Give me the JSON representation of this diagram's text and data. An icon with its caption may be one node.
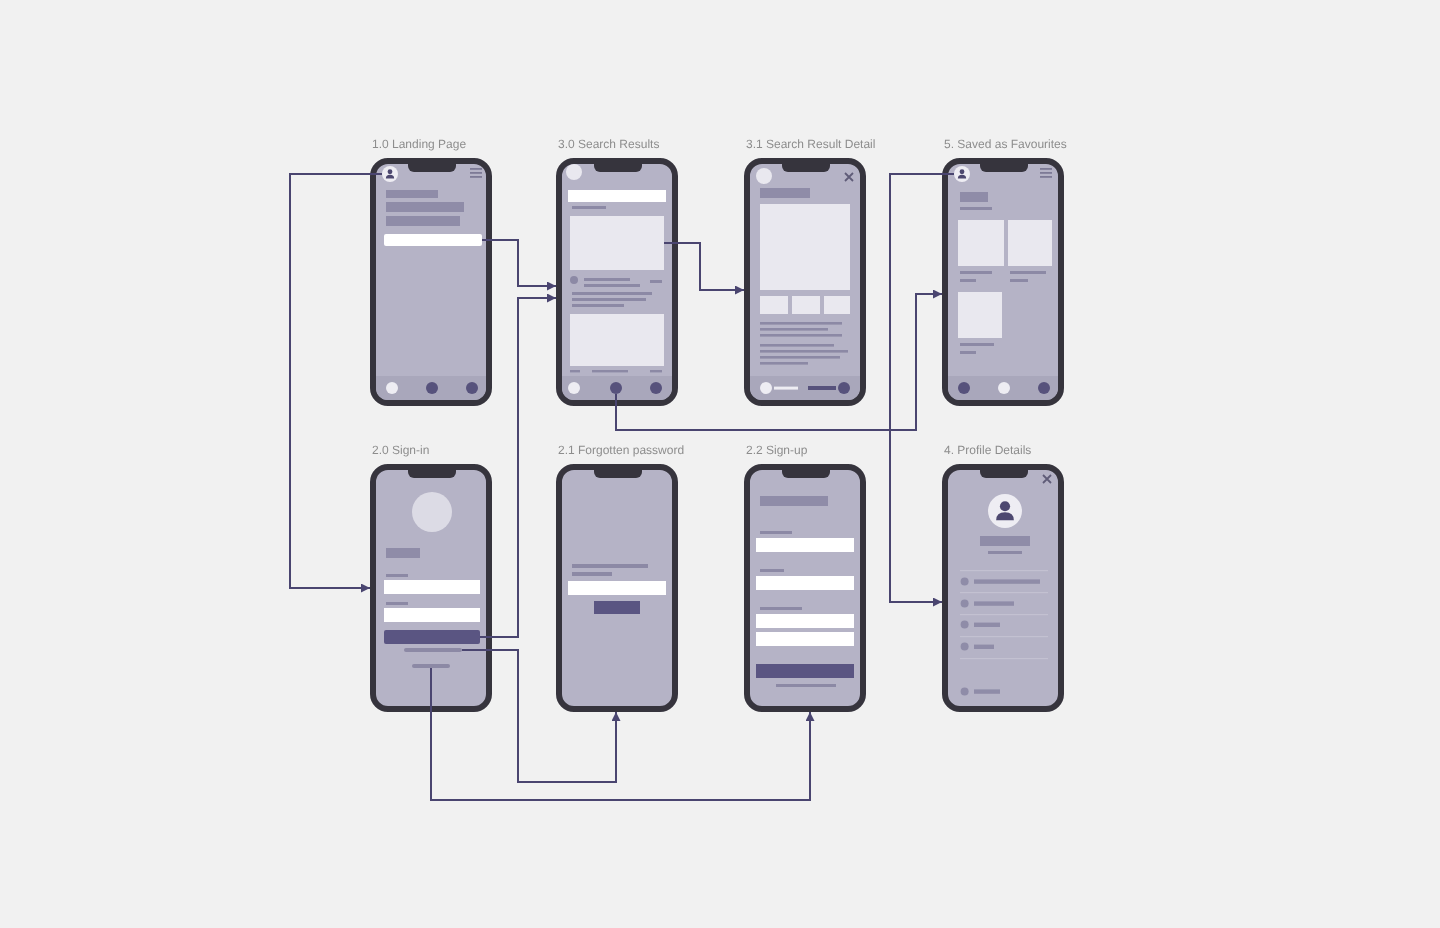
{
  "diagram": {
    "nodes": [
      {
        "text": [
          "1.0 Landing Page"
        ]
      },
      {
        "text": [],
        "shape": "circle",
        "in": 0
      },
      {
        "text": [],
        "shape": "bar",
        "in": 0
      },
      {
        "text": [
          "3.0 Search Results"
        ]
      },
      {
        "text": [],
        "shape": "box",
        "in": 3
      },
      {
        "text": [],
        "shape": "circle",
        "in": 3
      },
      {
        "text": [
          "3.1 Search Result Detail"
        ]
      },
      {
        "text": [
          "5. Saved as Favourites"
        ]
      },
      {
        "text": [],
        "shape": "circle",
        "in": 7
      },
      {
        "text": [
          "2.0 Sign-in"
        ]
      },
      {
        "text": [],
        "shape": "bar",
        "in": 9
      },
      {
        "text": [],
        "shape": "bar",
        "in": 9
      },
      {
        "text": [],
        "shape": "bar",
        "in": 9
      },
      {
        "text": [
          "2.1 Forgotten password"
        ]
      },
      {
        "text": [
          "2.2 Sign-up"
        ]
      },
      {
        "text": [
          "4. Profile Details"
        ]
      }
    ],
    "edges": [
      {
        "from": 1,
        "to": 9,
        "arrow": "to"
      },
      {
        "from": 2,
        "to": 3,
        "arrow": "to"
      },
      {
        "from": 4,
        "to": 6,
        "arrow": "to"
      },
      {
        "from": 5,
        "to": 7,
        "arrow": "to"
      },
      {
        "from": 8,
        "to": 15,
        "arrow": "to"
      },
      {
        "from": 10,
        "to": 3,
        "arrow": "to"
      },
      {
        "from": 11,
        "to": 13,
        "arrow": "to"
      },
      {
        "from": 12,
        "to": 14,
        "arrow": "to"
      }
    ]
  }
}
